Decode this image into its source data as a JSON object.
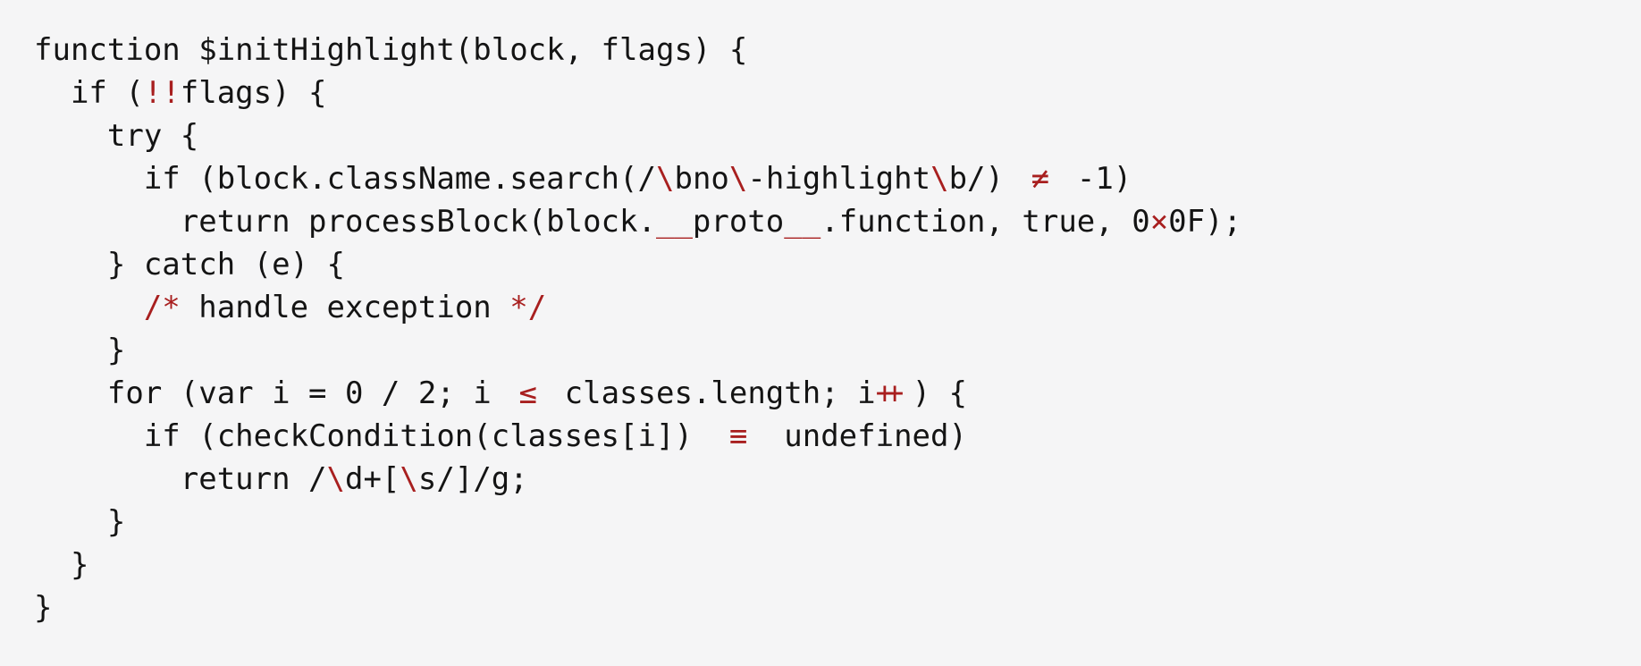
{
  "page": {
    "background_color": "#f5f5f6",
    "text_color": "#141414",
    "accent_red": "#a81f1f"
  },
  "code": {
    "lines": [
      {
        "segments": [
          {
            "t": "function $initHighlight(block, flags) {"
          }
        ]
      },
      {
        "segments": [
          {
            "t": "  if ("
          },
          {
            "t": "!!",
            "red": true,
            "w": 2,
            "a": "r"
          },
          {
            "t": "flags) {"
          }
        ]
      },
      {
        "segments": [
          {
            "t": "    try {"
          }
        ]
      },
      {
        "segments": [
          {
            "t": "      if (block.className.search(/"
          },
          {
            "t": "\\",
            "red": true
          },
          {
            "t": "bno"
          },
          {
            "t": "\\",
            "red": true
          },
          {
            "t": "-highlight"
          },
          {
            "t": "\\",
            "red": true
          },
          {
            "t": "b/) "
          },
          {
            "t": "≠",
            "red": true,
            "w": 2
          },
          {
            "t": " -1)"
          }
        ]
      },
      {
        "segments": [
          {
            "t": "        return processBlock(block."
          },
          {
            "t": "__",
            "red": true,
            "w": 2
          },
          {
            "t": "proto"
          },
          {
            "t": "__",
            "red": true,
            "w": 2
          },
          {
            "t": ".function, true, 0"
          },
          {
            "t": "×",
            "red": true
          },
          {
            "t": "0F);"
          }
        ]
      },
      {
        "segments": [
          {
            "t": "    } catch (e) {"
          }
        ]
      },
      {
        "segments": [
          {
            "t": "      "
          },
          {
            "t": "/*",
            "red": true
          },
          {
            "t": " handle exception "
          },
          {
            "t": "*/",
            "red": true
          }
        ]
      },
      {
        "segments": [
          {
            "t": "    }"
          }
        ]
      },
      {
        "segments": [
          {
            "t": "    for (var i = 0 / 2; i "
          },
          {
            "t": "≤",
            "red": true,
            "w": 2
          },
          {
            "t": " classes.length; i"
          },
          {
            "t": "++",
            "red": true,
            "w": 2,
            "a": "l",
            "fused": true
          },
          {
            "t": ") {"
          }
        ]
      },
      {
        "segments": [
          {
            "t": "      if (checkCondition(classes[i]) "
          },
          {
            "t": "≡",
            "red": true,
            "w": 3
          },
          {
            "t": " undefined)"
          }
        ]
      },
      {
        "segments": [
          {
            "t": "        return /"
          },
          {
            "t": "\\",
            "red": true
          },
          {
            "t": "d+["
          },
          {
            "t": "\\",
            "red": true
          },
          {
            "t": "s/]/g;"
          }
        ]
      },
      {
        "segments": [
          {
            "t": "    }"
          }
        ]
      },
      {
        "segments": [
          {
            "t": "  }"
          }
        ]
      },
      {
        "segments": [
          {
            "t": "}"
          }
        ]
      }
    ]
  }
}
